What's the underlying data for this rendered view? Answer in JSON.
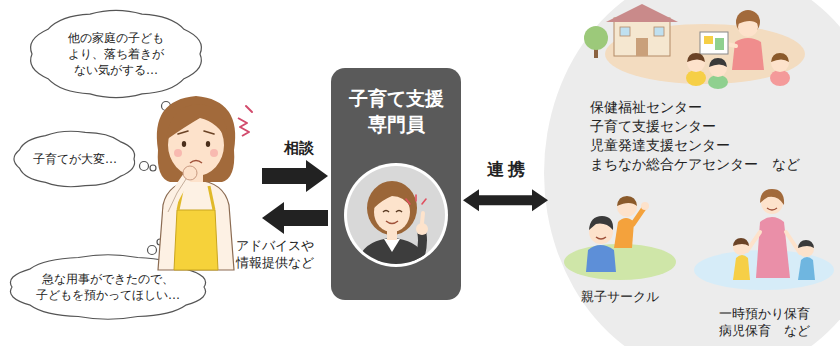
{
  "diagram": {
    "nodes": [
      {
        "text": [
          "他の家庭の子ども より、落ち着きが ない気がする…"
        ]
      },
      {
        "text": [
          "子育てが大変…"
        ]
      },
      {
        "text": [
          "急な用事ができたので、 子どもを預かってほしい…"
        ]
      },
      {
        "text": [
          "子育て支援 専門員"
        ]
      },
      {
        "text": [
          "保健福祉センター 子育て支援センター 児童発達支援センター まちなか総合ケアセンター　など"
        ]
      },
      {
        "text": [
          "親子サークル"
        ],
        "in": 4
      },
      {
        "text": [
          "一時預かり保育 病児保育　など"
        ],
        "in": 4
      }
    ],
    "edges": [
      {
        "from": 3,
        "to": 4,
        "label": "連携",
        "arrow": "both"
      }
    ],
    "labels": [
      "相談",
      "アドバイスや 情報提供など"
    ]
  }
}
